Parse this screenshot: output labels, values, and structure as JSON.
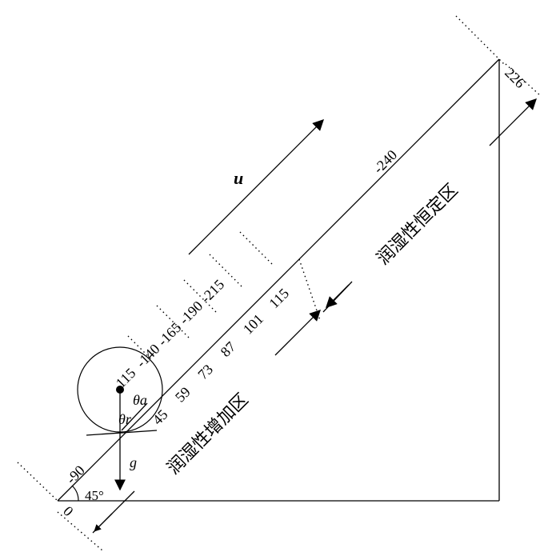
{
  "labels": {
    "top_vertex": "226",
    "upper_inclined": "-240",
    "left_mid": "-90",
    "origin": "0",
    "angle": "45°",
    "velocity": "u",
    "gravity": "g",
    "theta_a": "θa",
    "theta_r": "θr",
    "series_top": [
      "115",
      "-140",
      "-165",
      "-190",
      "-215"
    ],
    "series_bottom": [
      "45",
      "59",
      "73",
      "87",
      "101",
      "115"
    ],
    "zone_increase": "润湿性增加区",
    "zone_constant": "润湿性恒定区"
  }
}
